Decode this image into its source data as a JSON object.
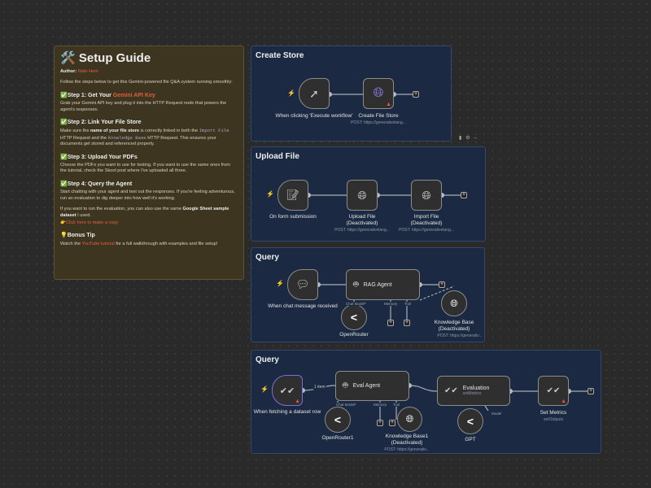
{
  "note": {
    "title": "🛠️ Setup Guide",
    "author_label": "Author:",
    "author": "Nate Herk",
    "intro": "Follow the steps below to get this Gemini-powered file Q&A system running smoothly:",
    "step1_title": "✅Step 1: Get Your ",
    "step1_link": "Gemini API Key",
    "step1_text": "Grab your Gemini API key and plug it into the HTTP Request node that powers the agent's responses.",
    "step2_title": "✅Step 2: Link Your File Store",
    "step2_a": "Make sure the ",
    "step2_b": "name of your file store",
    "step2_c": " is correctly linked in both the ",
    "step2_code1": "Import File",
    "step2_d": " HTTP Request and the ",
    "step2_code2": "Knowledge Base",
    "step2_e": " HTTP Request. This ensures your documents get stored and referenced properly.",
    "step3_title": "✅Step 3: Upload Your PDFs",
    "step3_text": "Choose the PDFs you want to use for testing. If you want to use the same ones from the tutorial, check the Skool post where I've uploaded all three.",
    "step4_title": "✅Step 4: Query the Agent",
    "step4_text": "Start chatting with your agent and test out the responses. If you're feeling adventurous, run an evaluation to dig deeper into how well it's working.",
    "eval_a": "If you want to run the evaluation, you can also use the same ",
    "eval_b": "Google Sheet sample dataset",
    "eval_c": " I used.",
    "copy_link": "👉Click here to make a copy",
    "bonus_title": "💡Bonus Tip",
    "bonus_a": "Watch the ",
    "bonus_link": "YouTube tutorial",
    "bonus_b": " for a full walkthrough with examples and file setup!"
  },
  "frames": {
    "create": {
      "title": "Create Store",
      "trigger": "When clicking 'Execute workflow'",
      "store": "Create File Store",
      "store_sub": "POST: https://generativelang..."
    },
    "upload": {
      "title": "Upload File",
      "trigger": "On form submission",
      "upload": "Upload File",
      "upload_state": "(Deactivated)",
      "upload_sub": "POST: https://generativelang...",
      "import": "Import File",
      "import_state": "(Deactivated)",
      "import_sub": "POST: https://generativelang..."
    },
    "query1": {
      "title": "Query",
      "trigger": "When chat message received",
      "agent": "RAG Agent",
      "model": "OpenRouter",
      "kb": "Knowledge Base",
      "kb_state": "(Deactivated)",
      "kb_sub": "POST: https://generativ...",
      "p_chat": "Chat Model*",
      "p_mem": "Memory",
      "p_tool": "Tool"
    },
    "query2": {
      "title": "Query",
      "trigger": "When fetching a dataset row",
      "items": "1 item",
      "agent": "Eval Agent",
      "model": "OpenRouter1",
      "kb": "Knowledge Base1",
      "kb_state": "(Deactivated)",
      "kb_sub": "POST: https://generativ...",
      "eval": "Evaluation",
      "eval_sub": "setMetrics",
      "gpt": "GPT",
      "p_model": "Model",
      "set": "Set Metrics",
      "set_sub": "setOutputs",
      "p_chat": "Chat Model*",
      "p_mem": "Memory",
      "p_tool": "Tool"
    }
  },
  "colors": {
    "accent": "#e0603f",
    "frame": "#1b2a42",
    "note": "#3d3520"
  }
}
